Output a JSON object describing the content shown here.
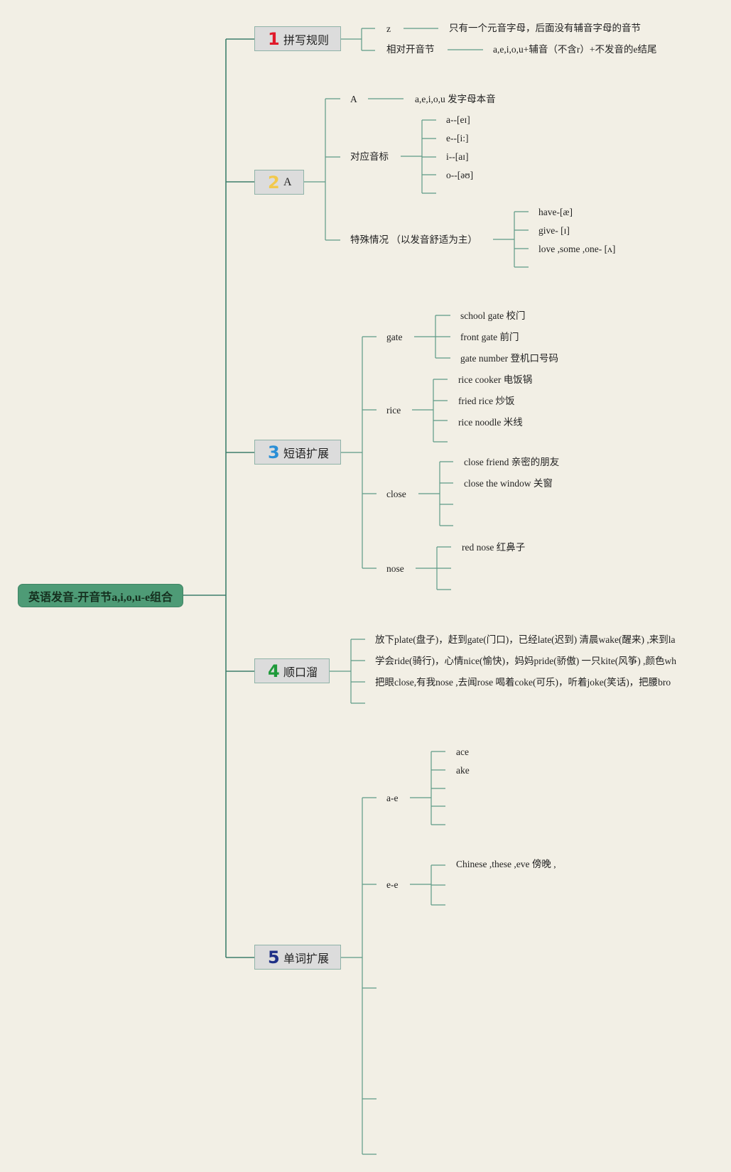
{
  "root": "英语发音-开音节a,i,o,u-e组合",
  "branches": [
    {
      "num": "1",
      "num_color": "#e0192a",
      "label": "拼写规则"
    },
    {
      "num": "2",
      "num_color": "#f2c94c",
      "label": "A"
    },
    {
      "num": "3",
      "num_color": "#2a8fd6",
      "label": "短语扩展"
    },
    {
      "num": "4",
      "num_color": "#1e9a3a",
      "label": "顺口溜"
    },
    {
      "num": "5",
      "num_color": "#1e2f86",
      "label": "单词扩展"
    }
  ],
  "b1": {
    "z": "z",
    "z_desc": "只有一个元音字母，后面没有辅音字母的音节",
    "rel": "相对开音节",
    "rel_desc": "a,e,i,o,u+辅音（不含r）+不发音的e结尾"
  },
  "b2": {
    "a": "A",
    "a_desc": "a,e,i,o,u 发字母本音",
    "phon": "对应音标",
    "phon_items": [
      "a--[eɪ]",
      "e--[i:]",
      "i--[aɪ]",
      "o--[əʊ]"
    ],
    "special": "特殊情况 （以发音舒适为主）",
    "special_items": [
      "have-[æ]",
      "give- [ɪ]",
      "love ,some ,one- [ʌ]"
    ]
  },
  "b3": {
    "gate": "gate",
    "gate_items": [
      "school gate 校门",
      "front gate 前门",
      "gate number 登机口号码"
    ],
    "rice": "rice",
    "rice_items": [
      "rice cooker 电饭锅",
      "fried rice 炒饭",
      "rice noodle 米线"
    ],
    "close": "close",
    "close_items": [
      "close friend 亲密的朋友",
      "close the window 关窗"
    ],
    "nose": "nose",
    "nose_items": [
      "red nose 红鼻子"
    ]
  },
  "b4": {
    "lines": [
      "放下plate(盘子)，赶到gate(门口)，已经late(迟到) 清晨wake(醒来) ,来到la",
      "学会ride(骑行)，心情nice(愉快)，妈妈pride(骄傲) 一只kite(风筝) ,颜色wh",
      "把眼close,有我nose ,去闻rose 喝着coke(可乐)，听着joke(笑话)，把腰bro"
    ]
  },
  "b5": {
    "ae": "a-e",
    "ae_items": [
      "ace",
      "ake"
    ],
    "ee": "e-e",
    "ee_items": [
      "Chinese ,these ,eve 傍晚 ,"
    ]
  }
}
